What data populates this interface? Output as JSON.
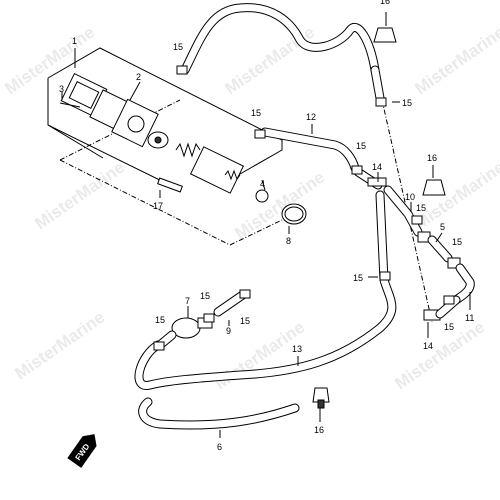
{
  "watermark": "MisterMarine",
  "fwd_label": "FWD",
  "callouts": [
    {
      "id": "c1",
      "text": "1"
    },
    {
      "id": "c2",
      "text": "2"
    },
    {
      "id": "c3",
      "text": "3"
    },
    {
      "id": "c4",
      "text": "4"
    },
    {
      "id": "c5",
      "text": "5"
    },
    {
      "id": "c6",
      "text": "6"
    },
    {
      "id": "c7",
      "text": "7"
    },
    {
      "id": "c8",
      "text": "8"
    },
    {
      "id": "c9",
      "text": "9"
    },
    {
      "id": "c10",
      "text": "10"
    },
    {
      "id": "c11",
      "text": "11"
    },
    {
      "id": "c12",
      "text": "12"
    },
    {
      "id": "c13",
      "text": "13"
    },
    {
      "id": "c14a",
      "text": "14"
    },
    {
      "id": "c14b",
      "text": "14"
    },
    {
      "id": "c15a",
      "text": "15"
    },
    {
      "id": "c15b",
      "text": "15"
    },
    {
      "id": "c15c",
      "text": "15"
    },
    {
      "id": "c15d",
      "text": "15"
    },
    {
      "id": "c15e",
      "text": "15"
    },
    {
      "id": "c15f",
      "text": "15"
    },
    {
      "id": "c15g",
      "text": "15"
    },
    {
      "id": "c15h",
      "text": "15"
    },
    {
      "id": "c15i",
      "text": "15"
    },
    {
      "id": "c15j",
      "text": "15"
    },
    {
      "id": "c15k",
      "text": "15"
    },
    {
      "id": "c16a",
      "text": "16"
    },
    {
      "id": "c16b",
      "text": "16"
    },
    {
      "id": "c16c",
      "text": "16"
    },
    {
      "id": "c17",
      "text": "17"
    }
  ]
}
